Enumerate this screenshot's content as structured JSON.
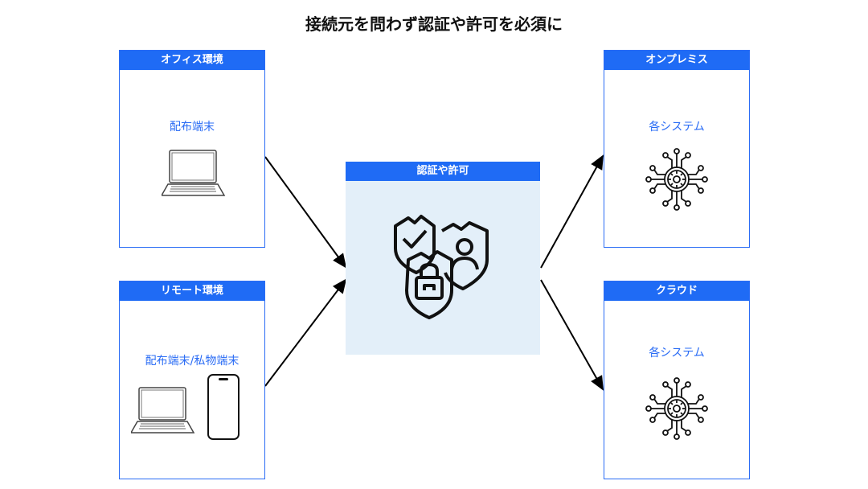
{
  "title": "接続元を問わず認証や許可を必須に",
  "office": {
    "header": "オフィス環境",
    "label": "配布端末"
  },
  "remote": {
    "header": "リモート環境",
    "label": "配布端末/私物端末"
  },
  "auth": {
    "header": "認証や許可"
  },
  "onprem": {
    "header": "オンプレミス",
    "label": "各システム"
  },
  "cloud": {
    "header": "クラウド",
    "label": "各システム"
  },
  "colors": {
    "accent": "#1f6bf5",
    "center_bg": "#e3eff9"
  }
}
